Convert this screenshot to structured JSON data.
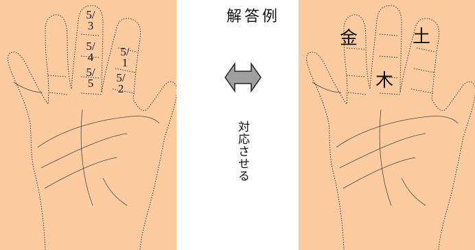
{
  "title": "解答例",
  "instruction": "対応させる",
  "left_hand": {
    "middle_finger": [
      "5/\n3",
      "5/\n4",
      "5/\n5"
    ],
    "index_finger": [
      "5/\n1",
      "5/\n2"
    ]
  },
  "right_hand": {
    "ring_finger_top": "金",
    "middle_finger_lower": "木",
    "index_finger_top": "土"
  },
  "colors": {
    "skin": "#fccca0",
    "arrow": "#a0a0a0"
  }
}
